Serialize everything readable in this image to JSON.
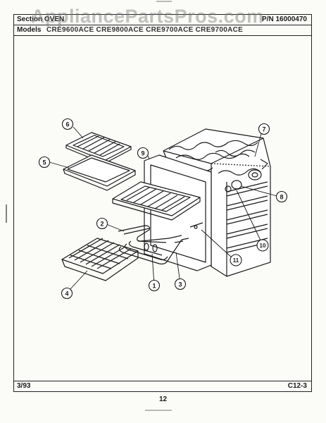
{
  "header": {
    "section": "Section OVEN",
    "part_number": "P/N 16000470",
    "models_label": "Models",
    "models": "CRE9600ACE  CRE9800ACE  CRE9700ACE  CRE9700ACE"
  },
  "watermark": "AppliancePartsPros.com",
  "callouts": [
    "1",
    "2",
    "3",
    "4",
    "5",
    "6",
    "7",
    "8",
    "9",
    "10",
    "11"
  ],
  "footer": {
    "date": "3/93",
    "page_code": "C12-3",
    "page_number": "12"
  }
}
